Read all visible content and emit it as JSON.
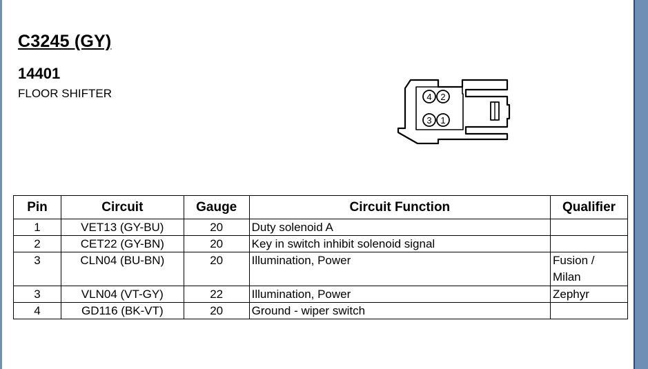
{
  "connector": {
    "title": "C3245 (GY)",
    "number": "14401",
    "description": "FLOOR SHIFTER",
    "pin_labels": [
      "4",
      "2",
      "3",
      "1"
    ]
  },
  "table": {
    "headers": [
      "Pin",
      "Circuit",
      "Gauge",
      "Circuit Function",
      "Qualifier"
    ],
    "rows": [
      {
        "pin": "1",
        "circuit": "VET13 (GY-BU)",
        "gauge": "20",
        "function": "Duty solenoid A",
        "qualifier": ""
      },
      {
        "pin": "2",
        "circuit": "CET22 (GY-BN)",
        "gauge": "20",
        "function": "Key in switch inhibit solenoid signal",
        "qualifier": ""
      },
      {
        "pin": "3",
        "circuit": "CLN04 (BU-BN)",
        "gauge": "20",
        "function": "Illumination, Power",
        "qualifier": "Fusion / Milan",
        "qualifier_lines": [
          "Fusion /",
          "Milan"
        ]
      },
      {
        "pin": "3",
        "circuit": "VLN04 (VT-GY)",
        "gauge": "22",
        "function": "Illumination, Power",
        "qualifier": "Zephyr"
      },
      {
        "pin": "4",
        "circuit": "GD116 (BK-VT)",
        "gauge": "20",
        "function": "Ground - wiper switch",
        "qualifier": ""
      }
    ]
  },
  "colors": {
    "frame": "#6f8fb5",
    "text": "#000000",
    "background": "#ffffff"
  }
}
